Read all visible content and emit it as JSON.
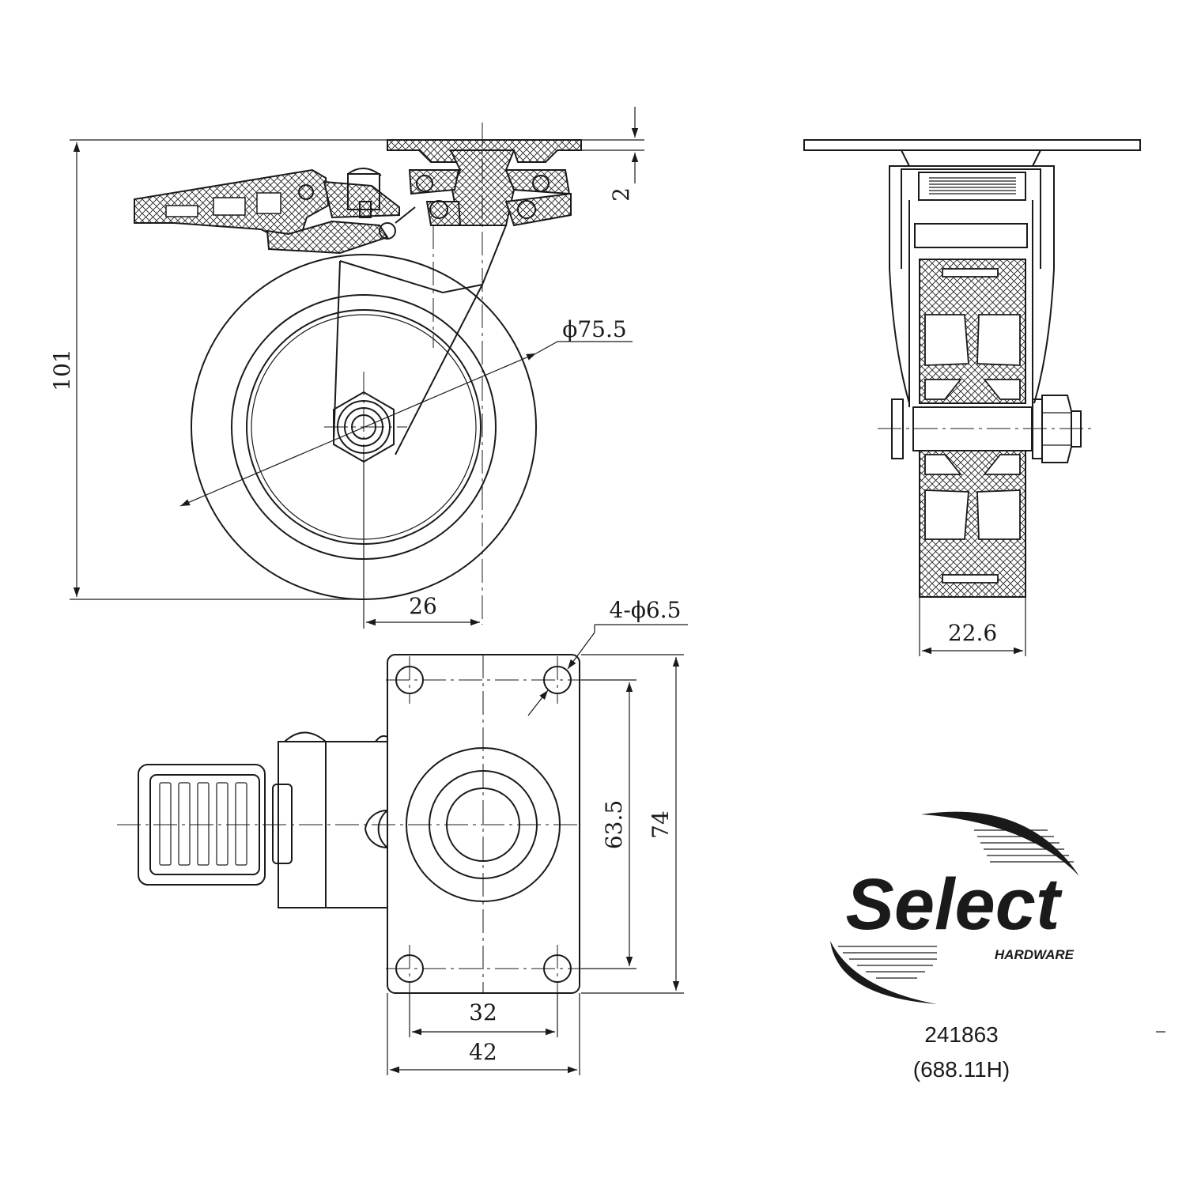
{
  "dimensions": {
    "overall_height": "101",
    "top_plate_thickness": "2",
    "wheel_diameter": "ϕ75.5",
    "swivel_offset": "26",
    "wheel_width": "22.6",
    "bolt_holes": "4-ϕ6.5",
    "hole_spacing_vertical": "63.5",
    "plate_length": "74",
    "hole_spacing_horizontal": "32",
    "plate_width": "42"
  },
  "logo": {
    "brand": "Select",
    "sub": "HARDWARE"
  },
  "caption": {
    "article": "241863",
    "code": "(688.11H)"
  }
}
